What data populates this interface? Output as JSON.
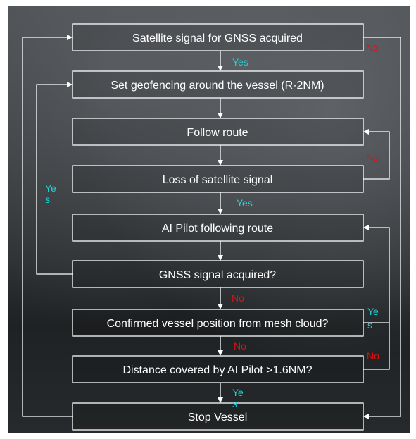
{
  "colors": {
    "yes": "#22d3d8",
    "no": "#e01010",
    "line": "#ffffff"
  },
  "boxes": {
    "satellite_signal": "Satellite signal for GNSS acquired",
    "set_geofencing": "Set geofencing around the vessel (R-2NM)",
    "follow_route": "Follow route",
    "loss_of_signal": "Loss of satellite signal",
    "ai_pilot_route": "AI Pilot following route",
    "gnss_acquired": "GNSS signal acquired?",
    "confirmed_position": "Confirmed vessel position from mesh cloud?",
    "distance_covered": "Distance covered by AI Pilot >1.6NM?",
    "stop_vessel": "Stop Vessel"
  },
  "labels": {
    "yes_1": "Yes",
    "no_1": "No",
    "no_2": "No",
    "yes_2": "Yes",
    "yes_left_a": "Ye",
    "yes_left_b": "s",
    "no_3": "No",
    "yes_right_a": "Ye",
    "yes_right_b": "s",
    "no_4": "No",
    "no_5": "No",
    "yes_bottom_a": "Ye",
    "yes_bottom_b": "s"
  }
}
